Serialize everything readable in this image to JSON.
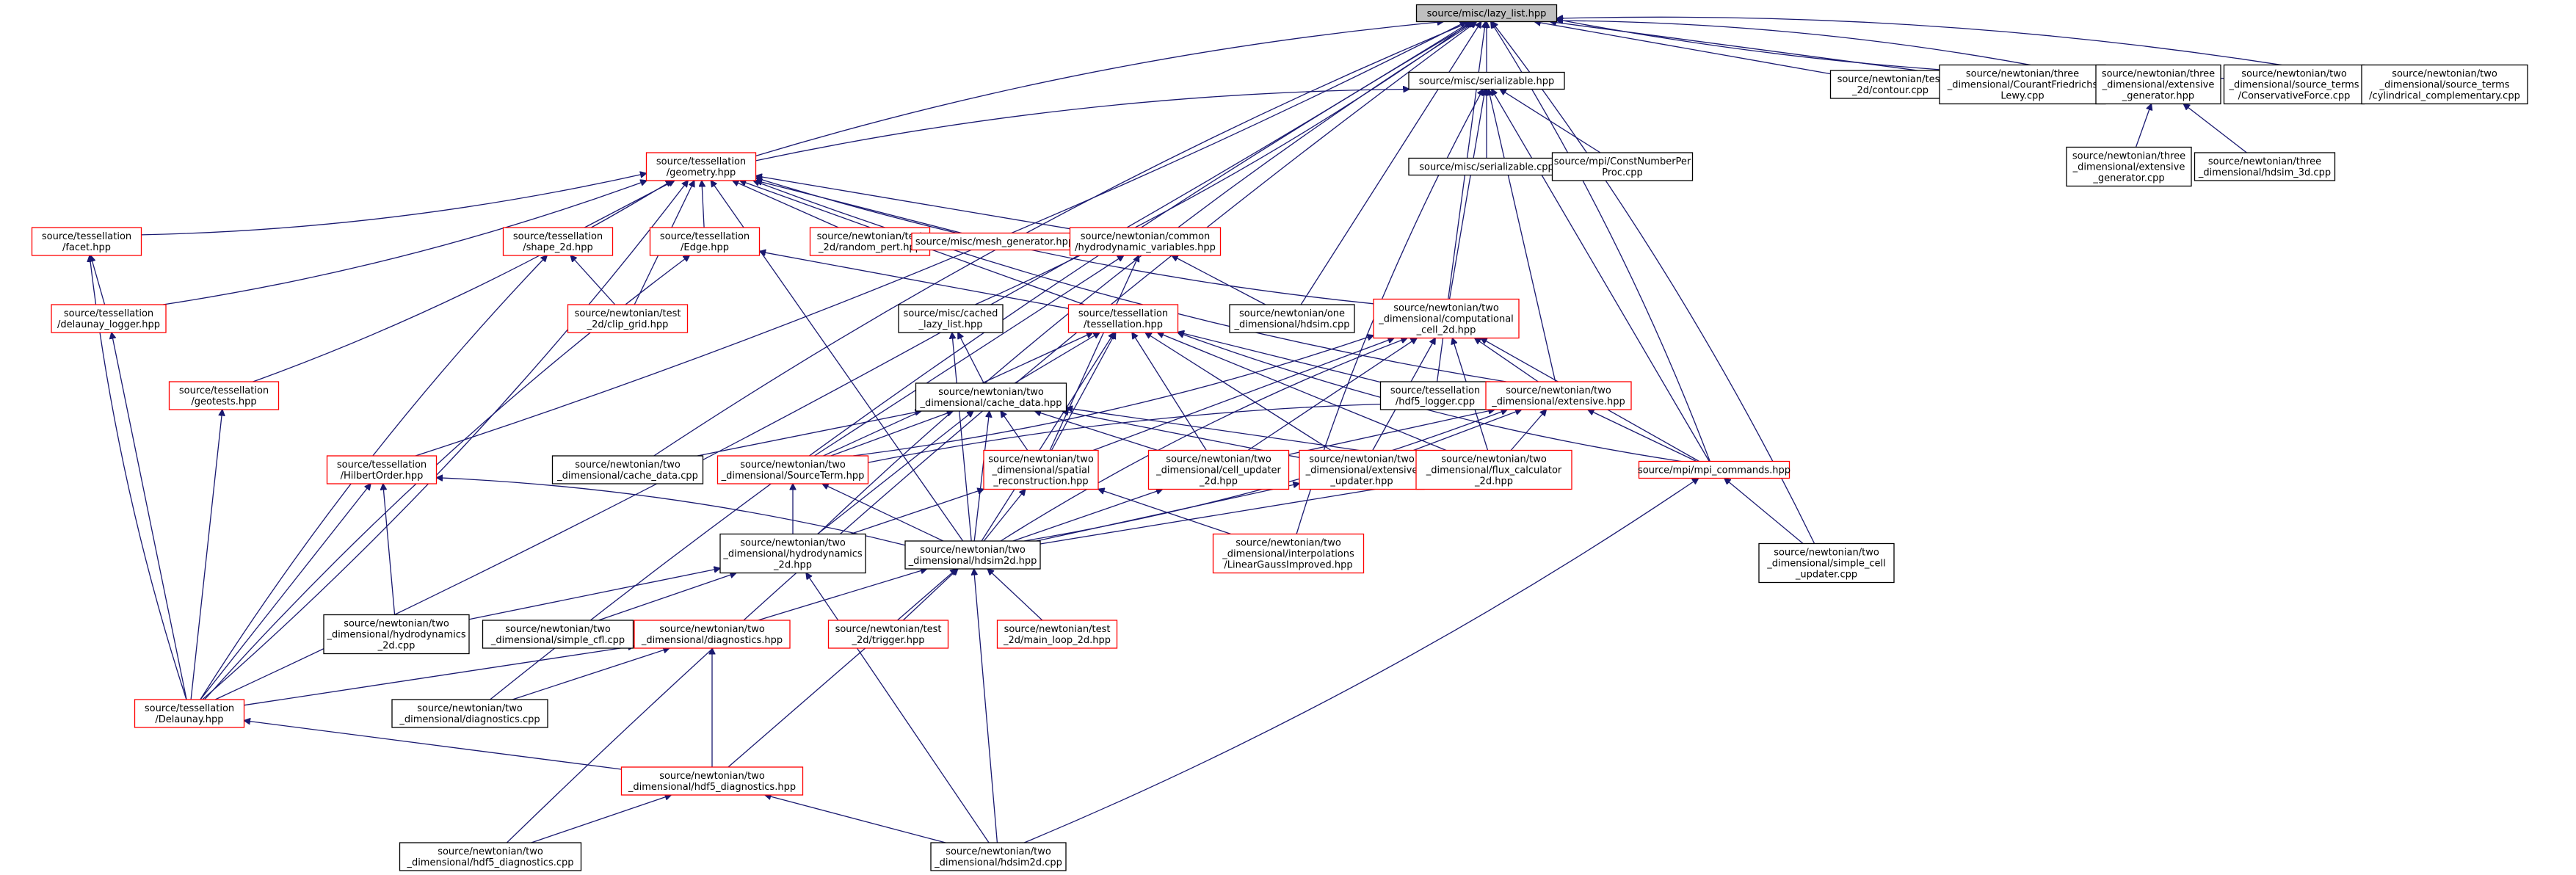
{
  "colors": {
    "edge": "#191970",
    "node_border": "#000000",
    "node_border_red": "#ff0000",
    "root_fill": "#bfbfbf",
    "background": "#ffffff"
  },
  "nodes": [
    {
      "id": "lazy_list",
      "lines": [
        "source/misc/lazy_list.hpp"
      ],
      "style": "root"
    },
    {
      "id": "serializable_hpp",
      "lines": [
        "source/misc/serializable.hpp"
      ],
      "style": "black"
    },
    {
      "id": "contour",
      "lines": [
        "source/newtonian/test",
        "_2d/contour.cpp"
      ],
      "style": "black"
    },
    {
      "id": "courant",
      "lines": [
        "source/newtonian/three",
        "_dimensional/CourantFriedrichs",
        "Lewy.cpp"
      ],
      "style": "black"
    },
    {
      "id": "ext_gen_hpp",
      "lines": [
        "source/newtonian/three",
        "_dimensional/extensive",
        "_generator.hpp"
      ],
      "style": "black"
    },
    {
      "id": "cons_force",
      "lines": [
        "source/newtonian/two",
        "_dimensional/source_terms",
        "/ConservativeForce.cpp"
      ],
      "style": "black"
    },
    {
      "id": "cyl_comp",
      "lines": [
        "source/newtonian/two",
        "_dimensional/source_terms",
        "/cylindrical_complementary.cpp"
      ],
      "style": "black"
    },
    {
      "id": "ext_gen_cpp",
      "lines": [
        "source/newtonian/three",
        "_dimensional/extensive",
        "_generator.cpp"
      ],
      "style": "black"
    },
    {
      "id": "hdsim_3d",
      "lines": [
        "source/newtonian/three",
        "_dimensional/hdsim_3d.cpp"
      ],
      "style": "black"
    },
    {
      "id": "serializable_cpp",
      "lines": [
        "source/misc/serializable.cpp"
      ],
      "style": "black"
    },
    {
      "id": "const_num",
      "lines": [
        "source/mpi/ConstNumberPer",
        "Proc.cpp"
      ],
      "style": "black"
    },
    {
      "id": "geometry",
      "lines": [
        "source/tessellation",
        "/geometry.hpp"
      ],
      "style": "red"
    },
    {
      "id": "facet",
      "lines": [
        "source/tessellation",
        "/facet.hpp"
      ],
      "style": "red"
    },
    {
      "id": "shape_2d",
      "lines": [
        "source/tessellation",
        "/shape_2d.hpp"
      ],
      "style": "red"
    },
    {
      "id": "edge_hpp",
      "lines": [
        "source/tessellation",
        "/Edge.hpp"
      ],
      "style": "red"
    },
    {
      "id": "random_pert",
      "lines": [
        "source/newtonian/test",
        "_2d/random_pert.hpp"
      ],
      "style": "red"
    },
    {
      "id": "mesh_gen",
      "lines": [
        "source/misc/mesh_generator.hpp"
      ],
      "style": "red"
    },
    {
      "id": "hydro_vars",
      "lines": [
        "source/newtonian/common",
        "/hydrodynamic_variables.hpp"
      ],
      "style": "red"
    },
    {
      "id": "delaunay_logger",
      "lines": [
        "source/tessellation",
        "/delaunay_logger.hpp"
      ],
      "style": "red"
    },
    {
      "id": "clip_grid",
      "lines": [
        "source/newtonian/test",
        "_2d/clip_grid.hpp"
      ],
      "style": "red"
    },
    {
      "id": "cached_lazy",
      "lines": [
        "source/misc/cached",
        "_lazy_list.hpp"
      ],
      "style": "black"
    },
    {
      "id": "tessellation",
      "lines": [
        "source/tessellation",
        "/tessellation.hpp"
      ],
      "style": "red"
    },
    {
      "id": "hdsim_1d",
      "lines": [
        "source/newtonian/one",
        "_dimensional/hdsim.cpp"
      ],
      "style": "black"
    },
    {
      "id": "comp_cell",
      "lines": [
        "source/newtonian/two",
        "_dimensional/computational",
        "_cell_2d.hpp"
      ],
      "style": "red"
    },
    {
      "id": "geotests",
      "lines": [
        "source/tessellation",
        "/geotests.hpp"
      ],
      "style": "red"
    },
    {
      "id": "cache_data_hpp",
      "lines": [
        "source/newtonian/two",
        "_dimensional/cache_data.hpp"
      ],
      "style": "black"
    },
    {
      "id": "hdf5_logger",
      "lines": [
        "source/tessellation",
        "/hdf5_logger.cpp"
      ],
      "style": "black"
    },
    {
      "id": "extensive_hpp",
      "lines": [
        "source/newtonian/two",
        "_dimensional/extensive.hpp"
      ],
      "style": "red"
    },
    {
      "id": "hilbert",
      "lines": [
        "source/tessellation",
        "/HilbertOrder.hpp"
      ],
      "style": "red"
    },
    {
      "id": "cache_data_cpp",
      "lines": [
        "source/newtonian/two",
        "_dimensional/cache_data.cpp"
      ],
      "style": "black"
    },
    {
      "id": "source_term",
      "lines": [
        "source/newtonian/two",
        "_dimensional/SourceTerm.hpp"
      ],
      "style": "red"
    },
    {
      "id": "spatial_recon",
      "lines": [
        "source/newtonian/two",
        "_dimensional/spatial",
        "_reconstruction.hpp"
      ],
      "style": "red"
    },
    {
      "id": "cell_updater",
      "lines": [
        "source/newtonian/two",
        "_dimensional/cell_updater",
        "_2d.hpp"
      ],
      "style": "red"
    },
    {
      "id": "ext_updater",
      "lines": [
        "source/newtonian/two",
        "_dimensional/extensive",
        "_updater.hpp"
      ],
      "style": "red"
    },
    {
      "id": "flux_calc",
      "lines": [
        "source/newtonian/two",
        "_dimensional/flux_calculator",
        "_2d.hpp"
      ],
      "style": "red"
    },
    {
      "id": "mpi_commands",
      "lines": [
        "source/mpi/mpi_commands.hpp"
      ],
      "style": "red"
    },
    {
      "id": "hydro_2d_hpp",
      "lines": [
        "source/newtonian/two",
        "_dimensional/hydrodynamics",
        "_2d.hpp"
      ],
      "style": "black"
    },
    {
      "id": "hdsim2d_hpp",
      "lines": [
        "source/newtonian/two",
        "_dimensional/hdsim2d.hpp"
      ],
      "style": "black"
    },
    {
      "id": "lin_gauss",
      "lines": [
        "source/newtonian/two",
        "_dimensional/interpolations",
        "/LinearGaussImproved.hpp"
      ],
      "style": "red"
    },
    {
      "id": "simple_cell",
      "lines": [
        "source/newtonian/two",
        "_dimensional/simple_cell",
        "_updater.cpp"
      ],
      "style": "black"
    },
    {
      "id": "hydro_2d_cpp",
      "lines": [
        "source/newtonian/two",
        "_dimensional/hydrodynamics",
        "_2d.cpp"
      ],
      "style": "black"
    },
    {
      "id": "simple_cfl",
      "lines": [
        "source/newtonian/two",
        "_dimensional/simple_cfl.cpp"
      ],
      "style": "black"
    },
    {
      "id": "diagnostics_hpp",
      "lines": [
        "source/newtonian/two",
        "_dimensional/diagnostics.hpp"
      ],
      "style": "red"
    },
    {
      "id": "trigger",
      "lines": [
        "source/newtonian/test",
        "_2d/trigger.hpp"
      ],
      "style": "red"
    },
    {
      "id": "main_loop",
      "lines": [
        "source/newtonian/test",
        "_2d/main_loop_2d.hpp"
      ],
      "style": "red"
    },
    {
      "id": "delaunay",
      "lines": [
        "source/tessellation",
        "/Delaunay.hpp"
      ],
      "style": "red"
    },
    {
      "id": "diagnostics_cpp",
      "lines": [
        "source/newtonian/two",
        "_dimensional/diagnostics.cpp"
      ],
      "style": "black"
    },
    {
      "id": "hdf5_diag_hpp",
      "lines": [
        "source/newtonian/two",
        "_dimensional/hdf5_diagnostics.hpp"
      ],
      "style": "red"
    },
    {
      "id": "hdf5_diag_cpp",
      "lines": [
        "source/newtonian/two",
        "_dimensional/hdf5_diagnostics.cpp"
      ],
      "style": "black"
    },
    {
      "id": "hdsim2d_cpp",
      "lines": [
        "source/newtonian/two",
        "_dimensional/hdsim2d.cpp"
      ],
      "style": "black"
    }
  ],
  "edges": [
    [
      "serializable_hpp",
      "lazy_list"
    ],
    [
      "contour",
      "lazy_list"
    ],
    [
      "courant",
      "lazy_list"
    ],
    [
      "ext_gen_hpp",
      "lazy_list"
    ],
    [
      "cons_force",
      "lazy_list"
    ],
    [
      "cyl_comp",
      "lazy_list"
    ],
    [
      "geometry",
      "lazy_list"
    ],
    [
      "cached_lazy",
      "lazy_list"
    ],
    [
      "hdsim_1d",
      "lazy_list"
    ],
    [
      "hdf5_logger",
      "lazy_list"
    ],
    [
      "cache_data_cpp",
      "lazy_list"
    ],
    [
      "hilbert",
      "lazy_list"
    ],
    [
      "hydro_2d_hpp",
      "lazy_list"
    ],
    [
      "simple_cell",
      "lazy_list"
    ],
    [
      "diagnostics_cpp",
      "lazy_list"
    ],
    [
      "delaunay",
      "lazy_list"
    ],
    [
      "hdf5_diag_cpp",
      "lazy_list"
    ],
    [
      "mpi_commands",
      "lazy_list"
    ],
    [
      "serializable_cpp",
      "serializable_hpp"
    ],
    [
      "const_num",
      "serializable_hpp"
    ],
    [
      "geometry",
      "serializable_hpp"
    ],
    [
      "comp_cell",
      "serializable_hpp"
    ],
    [
      "extensive_hpp",
      "serializable_hpp"
    ],
    [
      "mpi_commands",
      "serializable_hpp"
    ],
    [
      "lin_gauss",
      "serializable_hpp"
    ],
    [
      "ext_gen_cpp",
      "ext_gen_hpp"
    ],
    [
      "hdsim_3d",
      "ext_gen_hpp"
    ],
    [
      "facet",
      "geometry"
    ],
    [
      "shape_2d",
      "geometry"
    ],
    [
      "edge_hpp",
      "geometry"
    ],
    [
      "random_pert",
      "geometry"
    ],
    [
      "mesh_gen",
      "geometry"
    ],
    [
      "hydro_vars",
      "geometry"
    ],
    [
      "delaunay_logger",
      "geometry"
    ],
    [
      "clip_grid",
      "geometry"
    ],
    [
      "tessellation",
      "geometry"
    ],
    [
      "comp_cell",
      "geometry"
    ],
    [
      "geotests",
      "geometry"
    ],
    [
      "extensive_hpp",
      "geometry"
    ],
    [
      "delaunay",
      "geometry"
    ],
    [
      "hdsim2d_hpp",
      "geometry"
    ],
    [
      "delaunay_logger",
      "facet"
    ],
    [
      "delaunay",
      "facet"
    ],
    [
      "clip_grid",
      "shape_2d"
    ],
    [
      "delaunay",
      "shape_2d"
    ],
    [
      "tessellation",
      "edge_hpp"
    ],
    [
      "delaunay",
      "edge_hpp"
    ],
    [
      "hdsim_1d",
      "hydro_vars"
    ],
    [
      "spatial_recon",
      "hydro_vars"
    ],
    [
      "source_term",
      "hydro_vars"
    ],
    [
      "delaunay",
      "delaunay_logger"
    ],
    [
      "cache_data_hpp",
      "cached_lazy"
    ],
    [
      "hdsim2d_hpp",
      "cached_lazy"
    ],
    [
      "cache_data_hpp",
      "tessellation"
    ],
    [
      "hdf5_logger",
      "tessellation"
    ],
    [
      "source_term",
      "tessellation"
    ],
    [
      "spatial_recon",
      "tessellation"
    ],
    [
      "cell_updater",
      "tessellation"
    ],
    [
      "ext_updater",
      "tessellation"
    ],
    [
      "flux_calc",
      "tessellation"
    ],
    [
      "mpi_commands",
      "tessellation"
    ],
    [
      "hdsim2d_hpp",
      "tessellation"
    ],
    [
      "extensive_hpp",
      "comp_cell"
    ],
    [
      "cell_updater",
      "comp_cell"
    ],
    [
      "ext_updater",
      "comp_cell"
    ],
    [
      "flux_calc",
      "comp_cell"
    ],
    [
      "spatial_recon",
      "comp_cell"
    ],
    [
      "mpi_commands",
      "comp_cell"
    ],
    [
      "hdsim2d_hpp",
      "comp_cell"
    ],
    [
      "source_term",
      "comp_cell"
    ],
    [
      "delaunay",
      "geotests"
    ],
    [
      "cache_data_cpp",
      "cache_data_hpp"
    ],
    [
      "source_term",
      "cache_data_hpp"
    ],
    [
      "spatial_recon",
      "cache_data_hpp"
    ],
    [
      "cell_updater",
      "cache_data_hpp"
    ],
    [
      "ext_updater",
      "cache_data_hpp"
    ],
    [
      "flux_calc",
      "cache_data_hpp"
    ],
    [
      "hydro_2d_hpp",
      "cache_data_hpp"
    ],
    [
      "hdsim2d_hpp",
      "cache_data_hpp"
    ],
    [
      "cell_updater",
      "extensive_hpp"
    ],
    [
      "ext_updater",
      "extensive_hpp"
    ],
    [
      "flux_calc",
      "extensive_hpp"
    ],
    [
      "mpi_commands",
      "extensive_hpp"
    ],
    [
      "hdsim2d_hpp",
      "extensive_hpp"
    ],
    [
      "source_term",
      "extensive_hpp"
    ],
    [
      "hydro_2d_cpp",
      "hilbert"
    ],
    [
      "delaunay",
      "hilbert"
    ],
    [
      "hdsim2d_hpp",
      "hilbert"
    ],
    [
      "hydro_2d_hpp",
      "source_term"
    ],
    [
      "hdsim2d_hpp",
      "source_term"
    ],
    [
      "hdsim2d_hpp",
      "spatial_recon"
    ],
    [
      "lin_gauss",
      "spatial_recon"
    ],
    [
      "hydro_2d_hpp",
      "spatial_recon"
    ],
    [
      "hdsim2d_hpp",
      "cell_updater"
    ],
    [
      "hdsim2d_hpp",
      "ext_updater"
    ],
    [
      "hdsim2d_hpp",
      "flux_calc"
    ],
    [
      "simple_cell",
      "mpi_commands"
    ],
    [
      "hdsim2d_cpp",
      "mpi_commands"
    ],
    [
      "hydro_2d_cpp",
      "hydro_2d_hpp"
    ],
    [
      "simple_cfl",
      "hydro_2d_hpp"
    ],
    [
      "hdsim2d_cpp",
      "hydro_2d_hpp"
    ],
    [
      "diagnostics_hpp",
      "hdsim2d_hpp"
    ],
    [
      "trigger",
      "hdsim2d_hpp"
    ],
    [
      "main_loop",
      "hdsim2d_hpp"
    ],
    [
      "hdf5_diag_hpp",
      "hdsim2d_hpp"
    ],
    [
      "hdsim2d_cpp",
      "hdsim2d_hpp"
    ],
    [
      "diagnostics_cpp",
      "diagnostics_hpp"
    ],
    [
      "hdf5_diag_hpp",
      "diagnostics_hpp"
    ],
    [
      "delaunay",
      "diagnostics_hpp"
    ],
    [
      "hdf5_diag_hpp",
      "delaunay"
    ],
    [
      "hdf5_diag_cpp",
      "hdf5_diag_hpp"
    ],
    [
      "hdsim2d_cpp",
      "hdf5_diag_hpp"
    ]
  ]
}
